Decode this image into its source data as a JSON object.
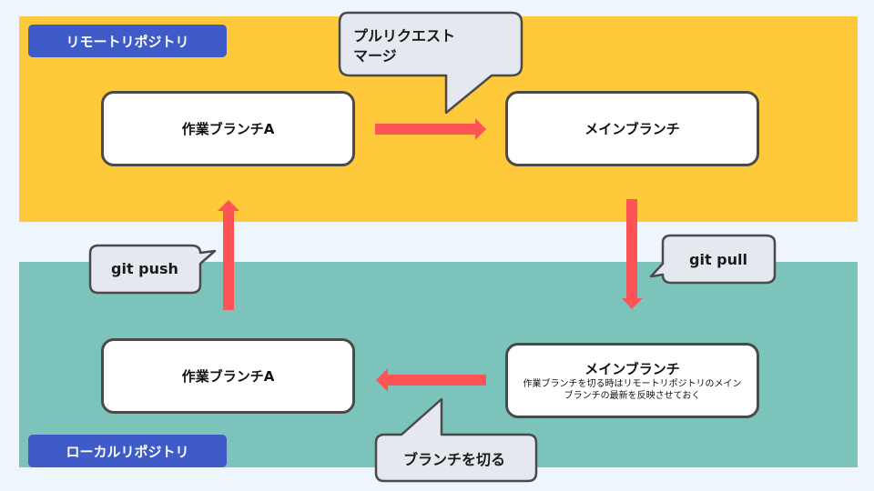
{
  "colors": {
    "background": "#eef5fc",
    "remote_zone": "#ffc93c",
    "local_zone": "#7cc4bb",
    "label_bg": "#3e5bc8",
    "arrow": "#ff5455",
    "callout_bg": "#e5e8ef",
    "border": "#4a4a4a"
  },
  "remote": {
    "label": "リモートリポジトリ",
    "work_branch": "作業ブランチA",
    "main_branch": "メインブランチ"
  },
  "local": {
    "label": "ローカルリポジトリ",
    "work_branch": "作業ブランチA",
    "main_branch": "メインブランチ",
    "main_branch_note_line1": "作業ブランチを切る時はリモートリポジトリのメイン",
    "main_branch_note_line2": "ブランチの最新を反映させておく"
  },
  "callouts": {
    "pull_request_line1": "プルリクエスト",
    "pull_request_line2": "マージ",
    "git_push": "git push",
    "git_pull": "git pull",
    "create_branch": "ブランチを切る"
  },
  "arrows": [
    {
      "name": "merge-arrow",
      "from": "remote.work_branch",
      "to": "remote.main_branch",
      "direction": "right"
    },
    {
      "name": "pull-arrow",
      "from": "remote.main_branch",
      "to": "local.main_branch",
      "direction": "down"
    },
    {
      "name": "branch-arrow",
      "from": "local.main_branch",
      "to": "local.work_branch",
      "direction": "left"
    },
    {
      "name": "push-arrow",
      "from": "local.work_branch",
      "to": "remote.work_branch",
      "direction": "up"
    }
  ]
}
